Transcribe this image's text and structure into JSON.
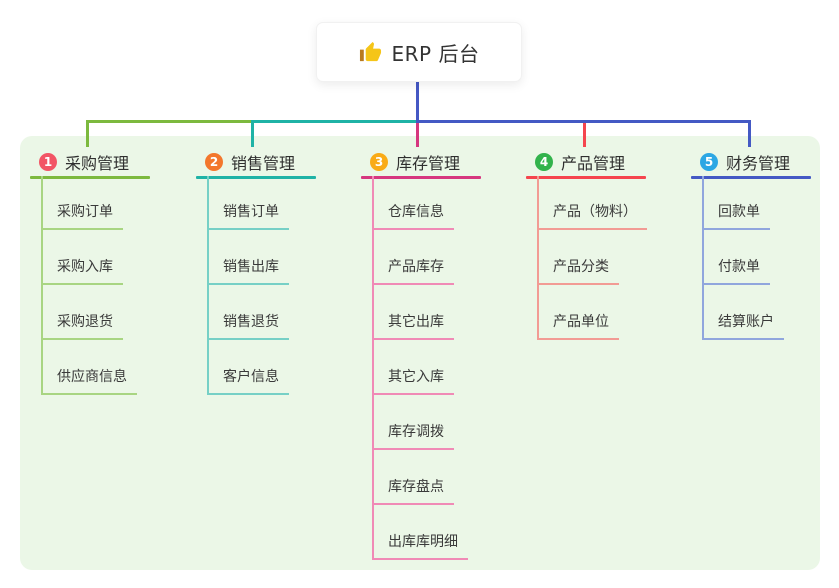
{
  "root": {
    "title": "ERP 后台",
    "icon": "thumbs-up-icon"
  },
  "colors": {
    "canvas_bg": "#ffffff",
    "panel_bg": "#ebf7e7",
    "root_stem": "#4558c4",
    "text": "#333333"
  },
  "branches": [
    {
      "number": "1",
      "label": "采购管理",
      "badge_color": "#f25565",
      "line_color": "#7cb93e",
      "child_line_color": "#a8d582",
      "children": [
        "采购订单",
        "采购入库",
        "采购退货",
        "供应商信息"
      ]
    },
    {
      "number": "2",
      "label": "销售管理",
      "badge_color": "#f3772c",
      "line_color": "#1fb3a6",
      "child_line_color": "#76d0c6",
      "children": [
        "销售订单",
        "销售出库",
        "销售退货",
        "客户信息"
      ]
    },
    {
      "number": "3",
      "label": "库存管理",
      "badge_color": "#f9ab17",
      "line_color": "#d6377f",
      "child_line_color": "#f08ab6",
      "children": [
        "仓库信息",
        "产品库存",
        "其它出库",
        "其它入库",
        "库存调拨",
        "库存盘点",
        "出库库明细"
      ]
    },
    {
      "number": "4",
      "label": "产品管理",
      "badge_color": "#32b34c",
      "line_color": "#f5454e",
      "child_line_color": "#f29b94",
      "children": [
        "产品（物料）",
        "产品分类",
        "产品单位"
      ]
    },
    {
      "number": "5",
      "label": "财务管理",
      "badge_color": "#2ca7e4",
      "line_color": "#4459c4",
      "child_line_color": "#90a6dd",
      "children": [
        "回款单",
        "付款单",
        "结算账户"
      ]
    }
  ]
}
